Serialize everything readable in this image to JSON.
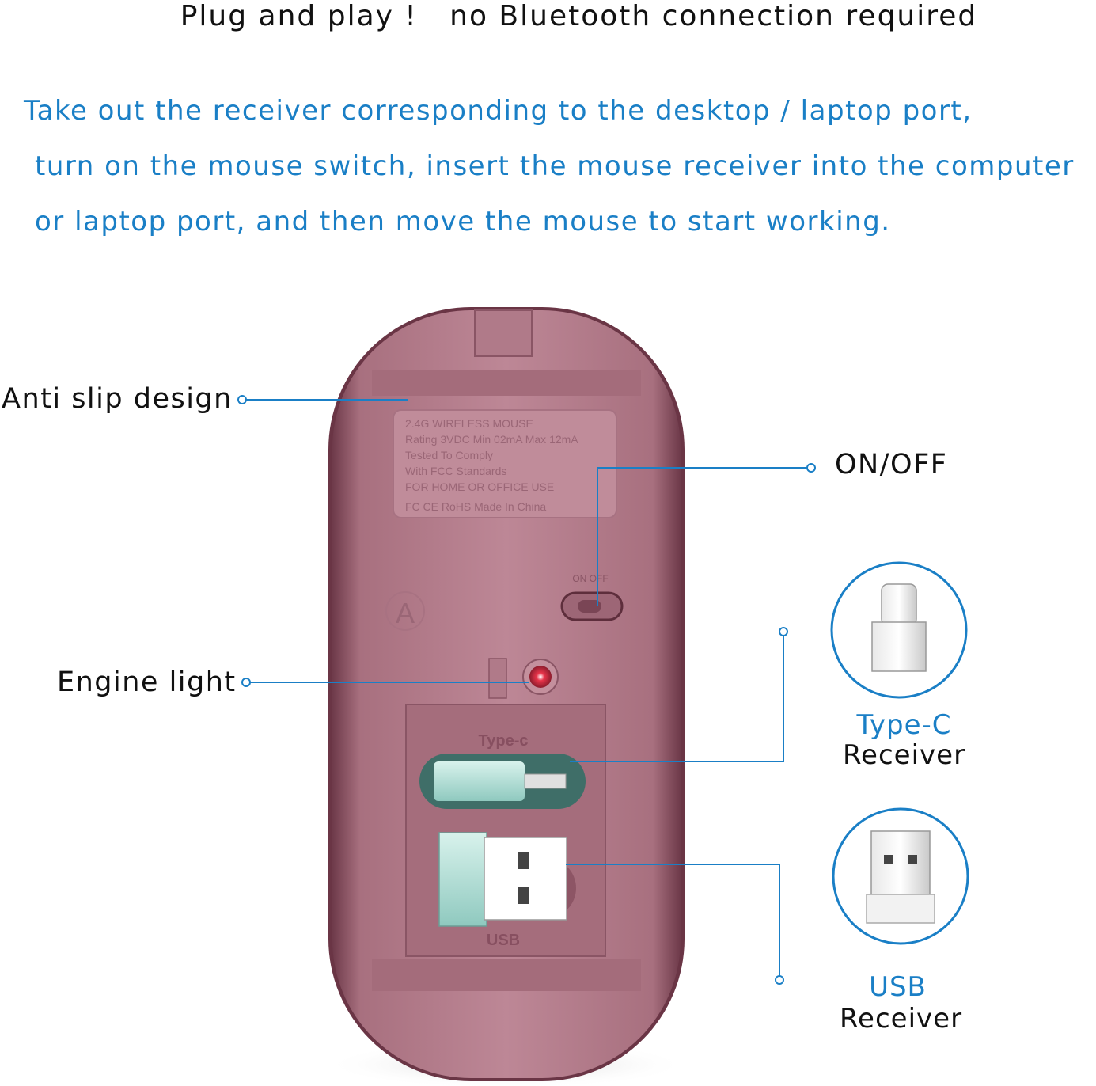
{
  "headline": "Plug and play !   no Bluetooth connection required",
  "instructions": [
    "Take out the receiver corresponding to the desktop / laptop port,",
    "turn on the mouse switch, insert the mouse receiver into the computer",
    "or laptop port, and then move the mouse to start working."
  ],
  "callouts": {
    "anti_slip": "Anti slip design",
    "on_off": "ON/OFF",
    "engine_light": "Engine light"
  },
  "receivers": {
    "typec": {
      "name": "Type-C",
      "word": "Receiver"
    },
    "usb": {
      "name": "USB",
      "word": "Receiver"
    }
  },
  "mouse_label": {
    "lines": [
      "2.4G WIRELESS MOUSE",
      "Rating 3VDC Min 02mA Max 12mA",
      "Tested To Comply",
      "With FCC Standards",
      "FOR HOME OR OFFICE USE",
      "FC  CE  RoHS        Made In China"
    ],
    "switch_text": "ON OFF",
    "compartment_typec": "Type-c",
    "compartment_usb": "USB",
    "side_letter": "A"
  },
  "colors": {
    "accent": "#1a7fc6",
    "mouse_body": "#b87f8f",
    "mouse_edge": "#7a4656",
    "receiver_teal": "#a8d8d0"
  }
}
